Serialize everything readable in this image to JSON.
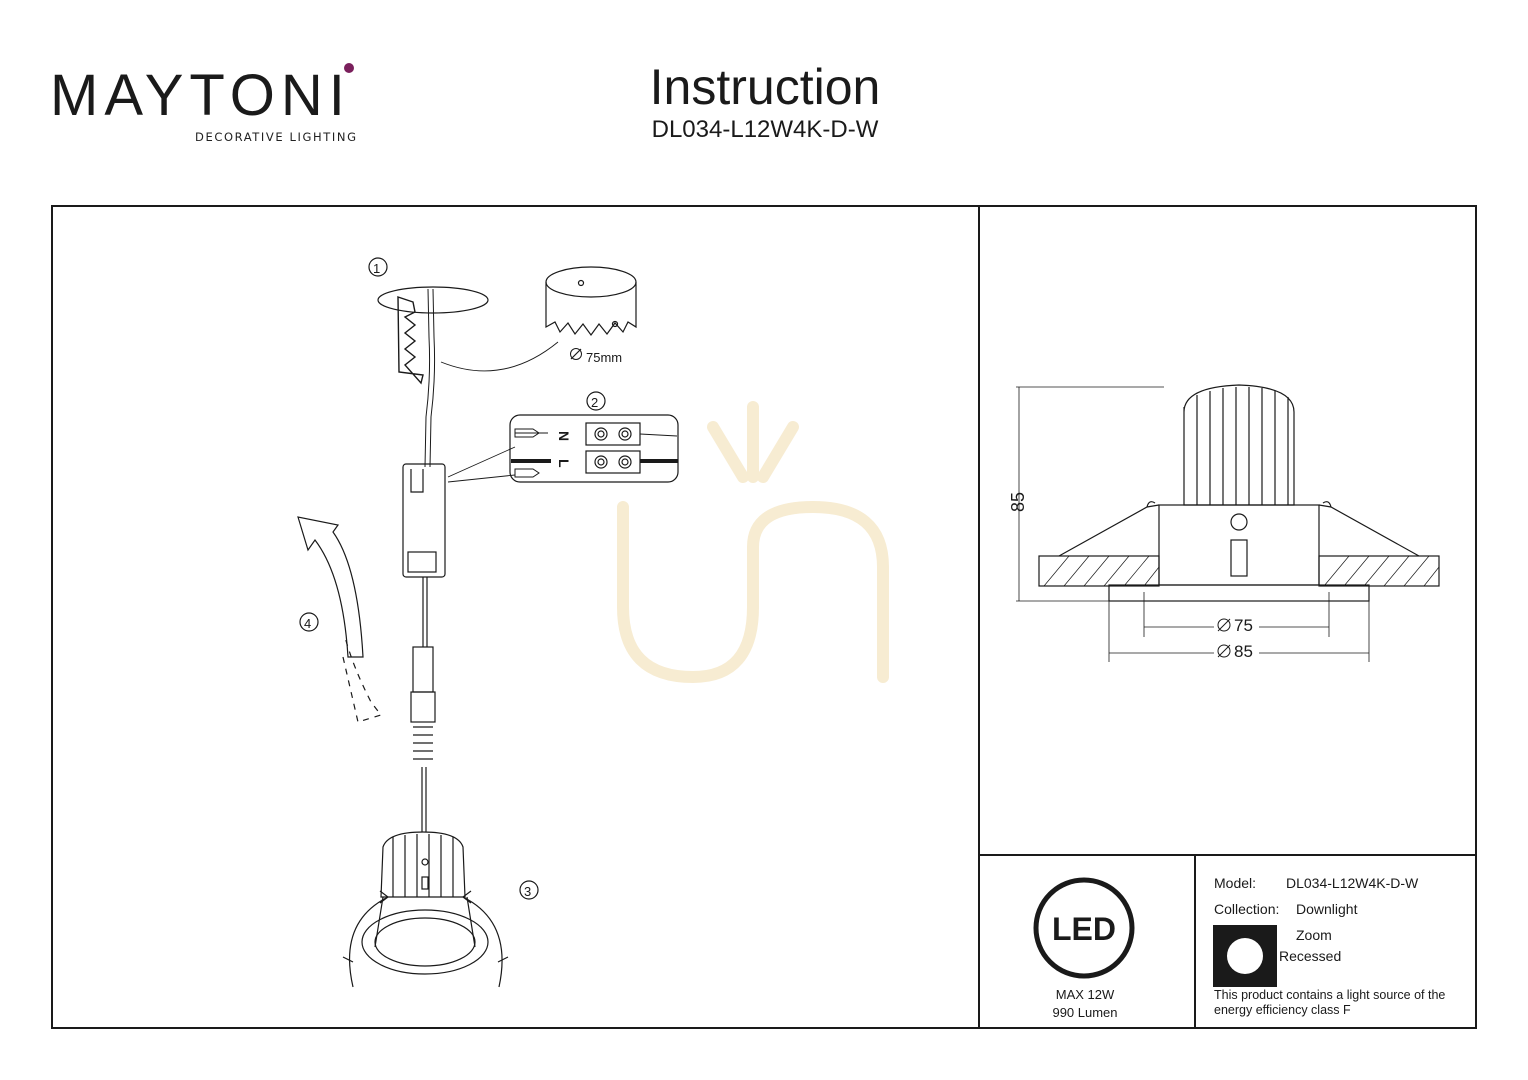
{
  "brand": {
    "name": "MAYTONI",
    "tagline": "DECORATIVE LIGHTING"
  },
  "header": {
    "title": "Instruction",
    "model_code": "DL034-L12W4K-D-W"
  },
  "install": {
    "steps": [
      "1",
      "2",
      "3",
      "4"
    ],
    "hole_size": "75mm",
    "terminal_labels": [
      "N",
      "L"
    ]
  },
  "dimensions": {
    "height": "85",
    "inner_diameter": "75",
    "outer_diameter": "85"
  },
  "led_badge": {
    "label": "LED",
    "power": "MAX 12W",
    "flux": "990 Lumen"
  },
  "specs": {
    "model_label": "Model:",
    "model_value": "DL034-L12W4K-D-W",
    "collection_label": "Collection:",
    "collection_value": "Downlight",
    "type_line1": "Zoom",
    "type_line2": "Recessed",
    "energy_note_line1": "This product contains a light source of the",
    "energy_note_line2": "energy efficiency class F"
  },
  "colors": {
    "ink": "#1a1a1a",
    "brand_dot": "#7a1f5c",
    "watermark": "#f7ecd2"
  }
}
